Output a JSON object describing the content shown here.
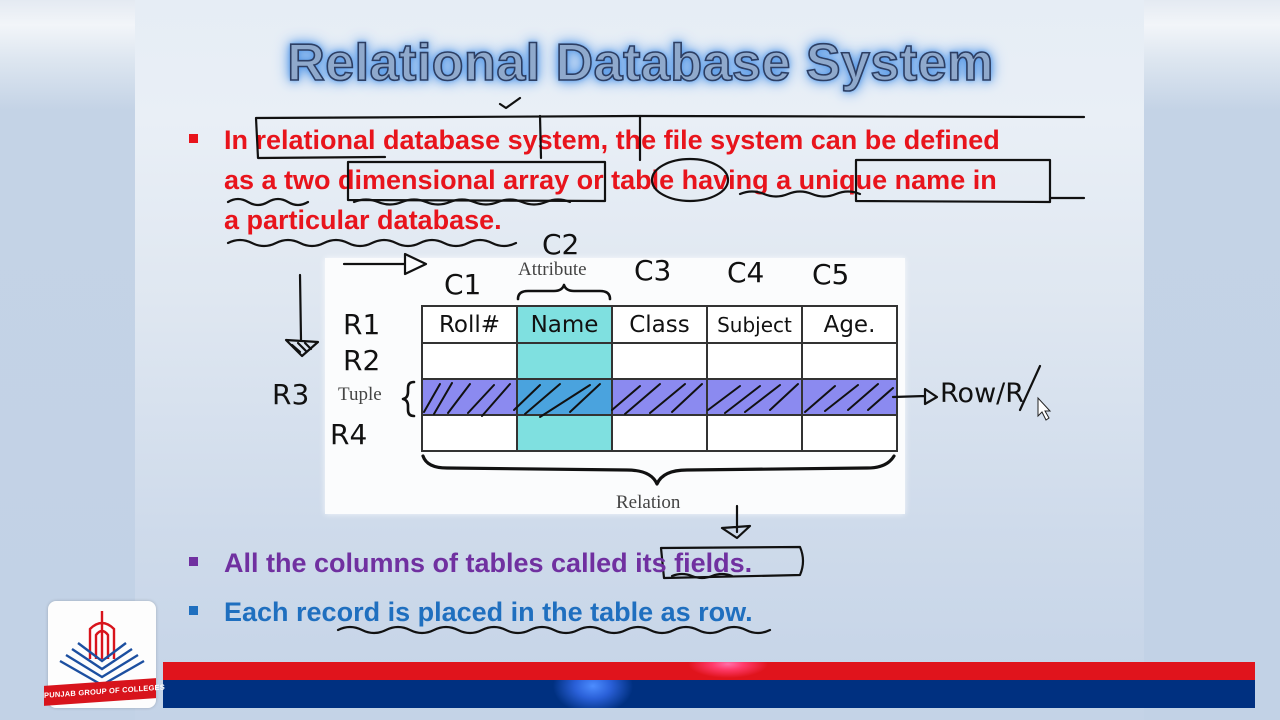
{
  "slide": {
    "title": "Relational Database System",
    "bullets": [
      {
        "lines": [
          "In relational database system, the file system can be defined",
          "as a two dimensional array or table having a unique name in",
          "a particular database."
        ],
        "color": "#e8141c"
      },
      {
        "text": "All the columns of tables called its fields.",
        "color": "#7030a0"
      },
      {
        "text": "Each record is placed in the table as row.",
        "color": "#1f6fbf"
      }
    ]
  },
  "diagram": {
    "attribute_label": "Attribute",
    "tuple_label": "Tuple",
    "relation_label": "Relation",
    "highlight_column_color": "#7fe0e0",
    "highlight_row_color": "#8b8af0",
    "table": {
      "headers": [
        "Roll#",
        "Name",
        "Class",
        "Subject",
        "Age."
      ],
      "rows": [
        [
          "",
          "",
          "",
          "",
          ""
        ],
        [
          "",
          "",
          "",
          "",
          ""
        ],
        [
          "",
          "",
          "",
          "",
          ""
        ]
      ]
    }
  },
  "annotations": {
    "column_labels": [
      "C1",
      "C2",
      "C3",
      "C4",
      "C5"
    ],
    "row_labels": [
      "R1",
      "R2",
      "R3",
      "R4"
    ],
    "row_arrow_text": "Row/R"
  },
  "logo": {
    "name": "PUNJAB GROUP OF COLLEGES",
    "colors": {
      "red": "#e0141c",
      "blue": "#1c4fa0"
    }
  },
  "footer": {
    "bar_red": "#e0141c",
    "bar_blue": "#003080"
  }
}
